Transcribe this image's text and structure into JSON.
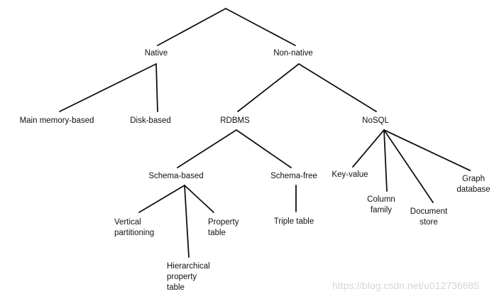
{
  "nodes": {
    "native": "Native",
    "non_native": "Non-native",
    "main_memory": "Main memory-based",
    "disk": "Disk-based",
    "rdbms": "RDBMS",
    "nosql": "NoSQL",
    "schema_based": "Schema-based",
    "schema_free": "Schema-free",
    "key_value": "Key-value",
    "column_family": "Column\nfamily",
    "document_store": "Document\nstore",
    "graph_db": "Graph\ndatabase",
    "vertical": "Vertical\npartitioning",
    "hierarchical": "Hierarchical\nproperty\ntable",
    "property_table": "Property\ntable",
    "triple_table": "Triple table"
  },
  "watermark": "https://blog.csdn.net/u012736685"
}
